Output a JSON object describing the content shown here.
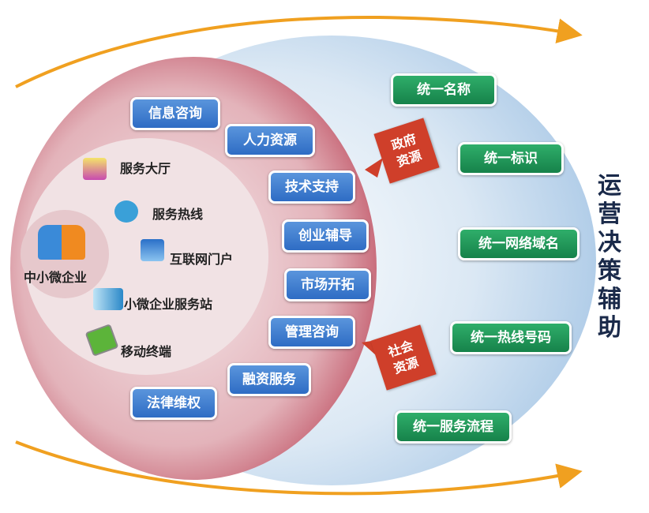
{
  "center": {
    "label": "中小微企业"
  },
  "channels": [
    "服务大厅",
    "服务热线",
    "互联网门户",
    "小微企业服务站",
    "移动终端"
  ],
  "services": [
    "信息咨询",
    "人力资源",
    "技术支持",
    "创业辅导",
    "市场开拓",
    "管理咨询",
    "融资服务",
    "法律维权"
  ],
  "resources": {
    "government": "政府资源",
    "society": "社会资源"
  },
  "unified": [
    "统一名称",
    "统一标识",
    "统一网络域名",
    "统一热线号码",
    "统一服务流程"
  ],
  "side_title": "运营决策辅助",
  "colors": {
    "service": "#3f7fd0",
    "unified": "#1f9458",
    "tag": "#cf3f2a",
    "arrow": "#f0a020"
  }
}
